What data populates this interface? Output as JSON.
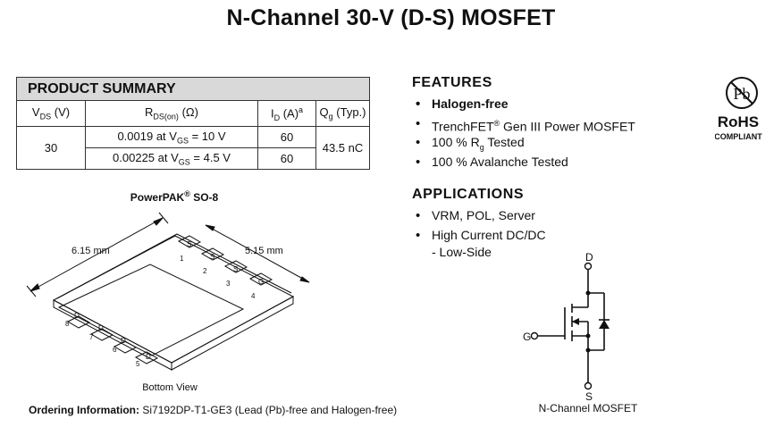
{
  "header": {
    "title": "N-Channel 30-V (D-S) MOSFET"
  },
  "summary": {
    "heading": "PRODUCT SUMMARY",
    "col_vds": "V",
    "col_vds_sub": "DS",
    "col_vds_unit": "(V)",
    "col_rds": "R",
    "col_rds_sub": "DS(on)",
    "col_rds_unit": "(Ω)",
    "col_id": "I",
    "col_id_sub": "D",
    "col_id_unit": "(A)",
    "col_id_sup": "a",
    "col_qg": "Q",
    "col_qg_sub": "g",
    "col_qg_unit": "(Typ.)",
    "vds_value": "30",
    "row1_rds_value": "0.0019 at V",
    "row1_rds_sub": "GS",
    "row1_rds_cond": "= 10 V",
    "row1_id": "60",
    "row2_rds_value": "0.00225 at V",
    "row2_rds_sub": "GS",
    "row2_rds_cond": "= 4.5 V",
    "row2_id": "60",
    "qg_value": "43.5 nC"
  },
  "features": {
    "title": "FEATURES",
    "items": [
      "Halogen-free",
      "TrenchFET",
      "Gen III Power MOSFET",
      "100 % R",
      "g",
      "Tested",
      "100 % Avalanche Tested"
    ],
    "reg_mark": "®"
  },
  "applications": {
    "title": "APPLICATIONS",
    "items": [
      "VRM, POL, Server",
      "High Current DC/DC",
      "- Low-Side"
    ]
  },
  "rohs": {
    "symbol": "Pb",
    "name": "RoHS",
    "compliant": "COMPLIANT"
  },
  "package": {
    "title": "PowerPAK",
    "reg_mark": "®",
    "title_suffix": "SO-8",
    "dim_left": "6.15 mm",
    "dim_right": "5.15 mm",
    "pins_top": [
      {
        "letter": "S",
        "num": "1"
      },
      {
        "letter": "S",
        "num": "2"
      },
      {
        "letter": "S",
        "num": "3"
      },
      {
        "letter": "G",
        "num": "4"
      }
    ],
    "pins_bottom": [
      {
        "letter": "D",
        "num": "8"
      },
      {
        "letter": "D",
        "num": "7"
      },
      {
        "letter": "D",
        "num": "6"
      },
      {
        "letter": "D",
        "num": "5"
      }
    ],
    "view_label": "Bottom View"
  },
  "ordering": {
    "label": "Ordering Information:",
    "value": "Si7192DP-T1-GE3 (Lead (Pb)-free and Halogen-free)"
  },
  "schematic": {
    "drain": "D",
    "gate": "G",
    "source": "S",
    "caption": "N-Channel MOSFET"
  }
}
